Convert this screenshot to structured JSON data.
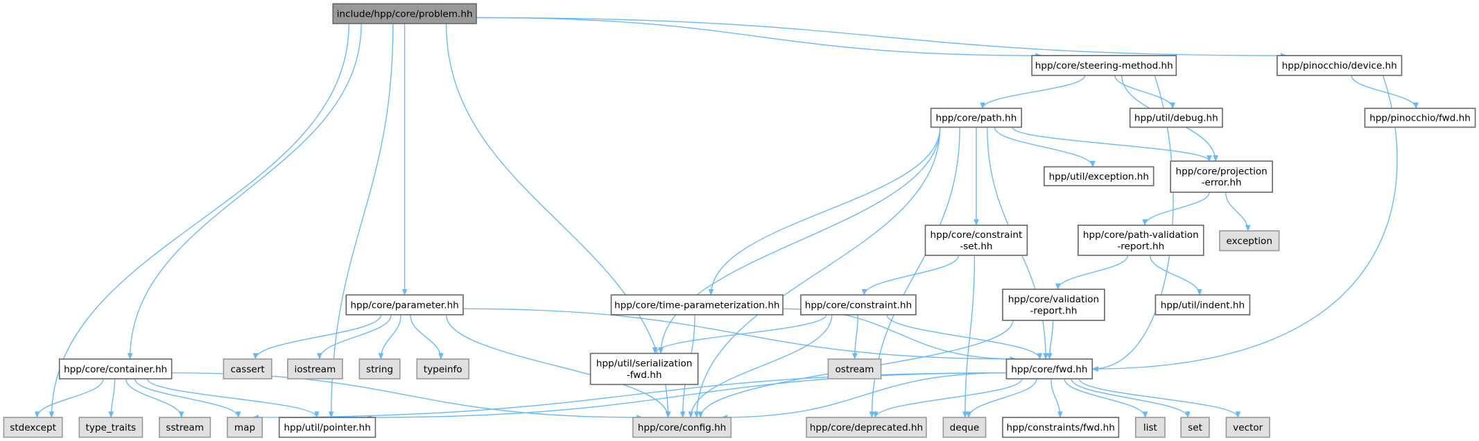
{
  "colors": {
    "edge": "#63b8ff",
    "root_fill": "#999999",
    "system_fill": "#e0e0e0",
    "local_fill": "#ffffff"
  },
  "nodes": [
    {
      "id": "problem",
      "label": [
        "include/hpp/core/problem.hh"
      ],
      "kind": "root"
    },
    {
      "id": "steering",
      "label": [
        "hpp/core/steering-method.hh"
      ],
      "kind": "local"
    },
    {
      "id": "device",
      "label": [
        "hpp/pinocchio/device.hh"
      ],
      "kind": "local"
    },
    {
      "id": "path",
      "label": [
        "hpp/core/path.hh"
      ],
      "kind": "local"
    },
    {
      "id": "debug",
      "label": [
        "hpp/util/debug.hh"
      ],
      "kind": "local"
    },
    {
      "id": "pfwd",
      "label": [
        "hpp/pinocchio/fwd.hh"
      ],
      "kind": "local"
    },
    {
      "id": "uexception",
      "label": [
        "hpp/util/exception.hh"
      ],
      "kind": "local"
    },
    {
      "id": "projerr",
      "label": [
        "hpp/core/projection",
        "-error.hh"
      ],
      "kind": "local"
    },
    {
      "id": "cset",
      "label": [
        "hpp/core/constraint",
        "-set.hh"
      ],
      "kind": "local"
    },
    {
      "id": "pvr",
      "label": [
        "hpp/core/path-validation",
        "-report.hh"
      ],
      "kind": "local"
    },
    {
      "id": "exception",
      "label": [
        "exception"
      ],
      "kind": "system"
    },
    {
      "id": "parameter",
      "label": [
        "hpp/core/parameter.hh"
      ],
      "kind": "local"
    },
    {
      "id": "timeparam",
      "label": [
        "hpp/core/time-parameterization.hh"
      ],
      "kind": "local"
    },
    {
      "id": "constraint",
      "label": [
        "hpp/core/constraint.hh"
      ],
      "kind": "local"
    },
    {
      "id": "vreport",
      "label": [
        "hpp/core/validation",
        "-report.hh"
      ],
      "kind": "local"
    },
    {
      "id": "indent",
      "label": [
        "hpp/util/indent.hh"
      ],
      "kind": "local"
    },
    {
      "id": "container",
      "label": [
        "hpp/core/container.hh"
      ],
      "kind": "local"
    },
    {
      "id": "cassert",
      "label": [
        "cassert"
      ],
      "kind": "system"
    },
    {
      "id": "iostream",
      "label": [
        "iostream"
      ],
      "kind": "system"
    },
    {
      "id": "string",
      "label": [
        "string"
      ],
      "kind": "system"
    },
    {
      "id": "typeinfo",
      "label": [
        "typeinfo"
      ],
      "kind": "system"
    },
    {
      "id": "serfwd",
      "label": [
        "hpp/util/serialization",
        "-fwd.hh"
      ],
      "kind": "local"
    },
    {
      "id": "ostream",
      "label": [
        "ostream"
      ],
      "kind": "system"
    },
    {
      "id": "fwd",
      "label": [
        "hpp/core/fwd.hh"
      ],
      "kind": "local"
    },
    {
      "id": "stdexcept",
      "label": [
        "stdexcept"
      ],
      "kind": "system"
    },
    {
      "id": "typetraits",
      "label": [
        "type_traits"
      ],
      "kind": "system"
    },
    {
      "id": "sstream",
      "label": [
        "sstream"
      ],
      "kind": "system"
    },
    {
      "id": "map",
      "label": [
        "map"
      ],
      "kind": "system"
    },
    {
      "id": "pointer",
      "label": [
        "hpp/util/pointer.hh"
      ],
      "kind": "local"
    },
    {
      "id": "config",
      "label": [
        "hpp/core/config.hh"
      ],
      "kind": "system"
    },
    {
      "id": "deprecated",
      "label": [
        "hpp/core/deprecated.hh"
      ],
      "kind": "system"
    },
    {
      "id": "deque",
      "label": [
        "deque"
      ],
      "kind": "system"
    },
    {
      "id": "cfwd",
      "label": [
        "hpp/constraints/fwd.hh"
      ],
      "kind": "local"
    },
    {
      "id": "list",
      "label": [
        "list"
      ],
      "kind": "system"
    },
    {
      "id": "set",
      "label": [
        "set"
      ],
      "kind": "system"
    },
    {
      "id": "vector",
      "label": [
        "vector"
      ],
      "kind": "system"
    }
  ],
  "edges": [
    [
      "problem",
      "stdexcept"
    ],
    [
      "problem",
      "container"
    ],
    [
      "problem",
      "pointer"
    ],
    [
      "problem",
      "parameter"
    ],
    [
      "problem",
      "config"
    ],
    [
      "problem",
      "steering"
    ],
    [
      "problem",
      "device"
    ],
    [
      "steering",
      "path"
    ],
    [
      "steering",
      "debug"
    ],
    [
      "steering",
      "projerr"
    ],
    [
      "steering",
      "fwd"
    ],
    [
      "device",
      "fwd"
    ],
    [
      "device",
      "pfwd"
    ],
    [
      "path",
      "config"
    ],
    [
      "path",
      "serfwd"
    ],
    [
      "path",
      "timeparam"
    ],
    [
      "path",
      "deprecated"
    ],
    [
      "path",
      "cset"
    ],
    [
      "path",
      "fwd"
    ],
    [
      "path",
      "uexception"
    ],
    [
      "path",
      "projerr"
    ],
    [
      "projerr",
      "pvr"
    ],
    [
      "projerr",
      "exception"
    ],
    [
      "pvr",
      "vreport"
    ],
    [
      "pvr",
      "indent"
    ],
    [
      "cset",
      "constraint"
    ],
    [
      "cset",
      "deque"
    ],
    [
      "vreport",
      "config"
    ],
    [
      "vreport",
      "fwd"
    ],
    [
      "timeparam",
      "config"
    ],
    [
      "timeparam",
      "fwd"
    ],
    [
      "constraint",
      "serfwd"
    ],
    [
      "constraint",
      "config"
    ],
    [
      "constraint",
      "ostream"
    ],
    [
      "constraint",
      "fwd"
    ],
    [
      "parameter",
      "cassert"
    ],
    [
      "parameter",
      "iostream"
    ],
    [
      "parameter",
      "string"
    ],
    [
      "parameter",
      "typeinfo"
    ],
    [
      "parameter",
      "config"
    ],
    [
      "parameter",
      "fwd"
    ],
    [
      "container",
      "stdexcept"
    ],
    [
      "container",
      "typetraits"
    ],
    [
      "container",
      "sstream"
    ],
    [
      "container",
      "map"
    ],
    [
      "container",
      "pointer"
    ],
    [
      "container",
      "config"
    ],
    [
      "fwd",
      "map"
    ],
    [
      "fwd",
      "pointer"
    ],
    [
      "fwd",
      "config"
    ],
    [
      "fwd",
      "deprecated"
    ],
    [
      "fwd",
      "deque"
    ],
    [
      "fwd",
      "cfwd"
    ],
    [
      "fwd",
      "list"
    ],
    [
      "fwd",
      "set"
    ],
    [
      "fwd",
      "vector"
    ]
  ]
}
